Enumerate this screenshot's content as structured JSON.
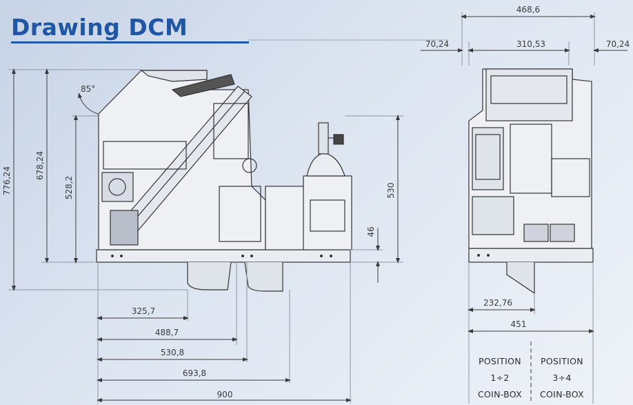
{
  "title": "Drawing DCM",
  "side_view": {
    "angle": "85°",
    "overall_height": "776,24",
    "height_678": "678,24",
    "height_528": "528,2",
    "height_530": "530",
    "foot_46": "46",
    "dim_325": "325,7",
    "dim_488": "488,7",
    "dim_530": "530,8",
    "dim_693": "693,8",
    "dim_900": "900"
  },
  "front_view": {
    "width_top": "468,6",
    "offset_left": "70,24",
    "inner_width": "310,53",
    "offset_right": "70,24",
    "dim_232": "232,76",
    "dim_451": "451",
    "position_left": [
      "POSITION",
      "1÷2",
      "COIN-BOX"
    ],
    "position_right": [
      "POSITION",
      "3÷4",
      "COIN-BOX"
    ]
  },
  "colors": {
    "title": "#1f57a6",
    "line": "#3a3a3a"
  }
}
